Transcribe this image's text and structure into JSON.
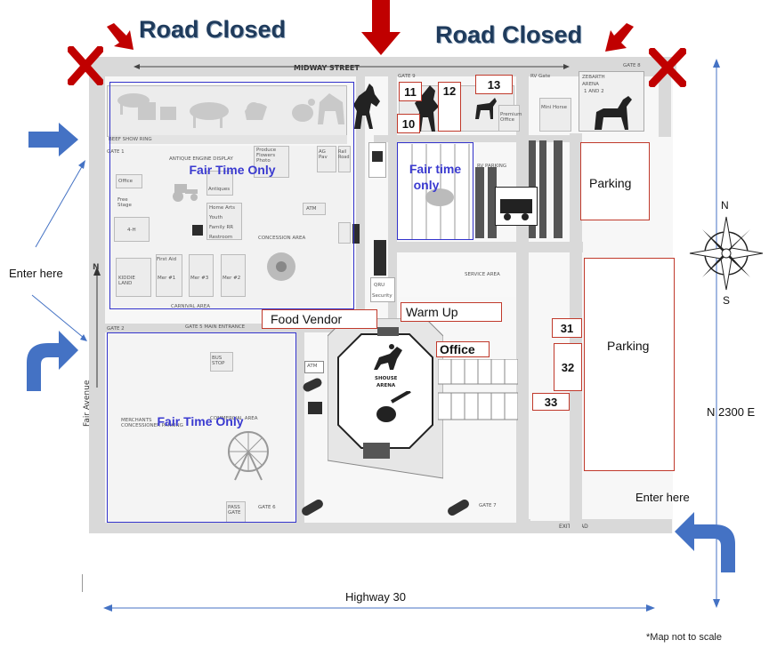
{
  "road_closed_left": "Road Closed",
  "road_closed_right": "Road Closed",
  "midway_street": "MIDWAY STREET",
  "gates": {
    "gate1": "GATE 1",
    "gate2": "GATE 2",
    "gate5": "GATE 5 MAIN ENTRANCE",
    "gate6": "GATE 6",
    "gate7": "GATE 7",
    "gate8": "GATE 8",
    "gate9": "GATE 9",
    "rv_gate": "RV Gate"
  },
  "zones": {
    "fair_time_only_top": "Fair Time Only",
    "fair_time_only_mid_1": "Fair time",
    "fair_time_only_mid_2": "only",
    "fair_time_only_bottom": "Fair Time Only",
    "parking_top": "Parking",
    "parking_right": "Parking"
  },
  "labels": {
    "food_vendor": "Food Vendor",
    "warm_up": "Warm Up",
    "office": "Office",
    "enter_here_left": "Enter here",
    "enter_here_right": "Enter here",
    "n2300e": "N 2300 E",
    "highway30": "Highway 30",
    "fair_avenue": "Fair Avenue",
    "note": "*Map not to scale",
    "compass_n": "N",
    "compass_s": "S",
    "axis_n": "N",
    "exit_road": "EXIT ROAD",
    "service_area": "SERVICE AREA",
    "rv_parking": "RV PARKING",
    "shouse_arena_1": "SHOUSE",
    "shouse_arena_2": "ARENA",
    "zebarth_1": "ZEBARTH",
    "zebarth_2": "ARENA",
    "zebarth_3": "1    AND    2",
    "premium_office": "Premium Office",
    "mini_horse": "Mini Horse",
    "beef_show_ring": "BEEF SHOW RING",
    "antique_engine": "ANTIQUE ENGINE DISPLAY",
    "concession_area": "CONCESSION AREA",
    "carnival_area": "CARNIVAL AREA",
    "kiddie_land": "KIDDIE LAND",
    "free_stage": "Free Stage",
    "four_h": "4-H",
    "office_small": "Office",
    "first_aid": "First Aid",
    "mer1": "Mer #1",
    "mer3": "Mer #3",
    "mer2": "Mer #2",
    "produce": "Produce Flowers Photo",
    "ag": "AG Pav",
    "rail_road": "Rail Road",
    "home_arts": "Home Arts",
    "youth": "Youth",
    "family_rr": "Family RR",
    "restroom": "Restroom",
    "antiques": "Antiques",
    "atm": "ATM",
    "qru": "QRU",
    "security": "Security",
    "bus_stop": "BUS STOP",
    "merchants": "MERCHANTS CONCESSIONER PARKING",
    "commercial_area": "COMMERCIAL AREA",
    "pass_gate": "PASS GATE"
  },
  "numbers": [
    "11",
    "12",
    "13",
    "10",
    "31",
    "32",
    "33"
  ],
  "colors": {
    "road_closed_text": "#1f3b5c",
    "red_arrow": "#c00000",
    "blue_arrow": "#4472c4",
    "zone_border": "#3333cc",
    "red_border": "#c0392b"
  }
}
